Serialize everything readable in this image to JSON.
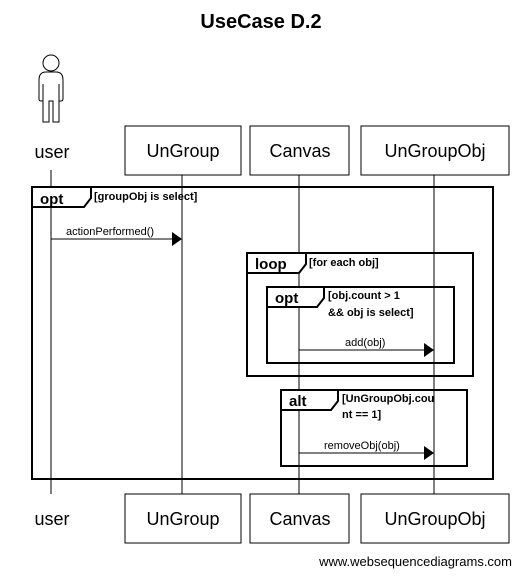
{
  "title": "UseCase D.2",
  "participants": {
    "user": "user",
    "ungroup": "UnGroup",
    "canvas": "Canvas",
    "ungroupobj": "UnGroupObj"
  },
  "frames": {
    "outer_opt": {
      "operator": "opt",
      "condition": "[groupObj is select]"
    },
    "loop": {
      "operator": "loop",
      "condition": "[for each obj]"
    },
    "inner_opt": {
      "operator": "opt",
      "condition_line1": "[obj.count > 1",
      "condition_line2": "&& obj is select]"
    },
    "alt": {
      "operator": "alt",
      "condition_line1": "[UnGroupObj.cou",
      "condition_line2": "nt == 1]"
    }
  },
  "messages": {
    "action_performed": "actionPerformed()",
    "add": "add(obj)",
    "remove": "removeObj(obj)"
  },
  "footer": "www.websequencediagrams.com"
}
